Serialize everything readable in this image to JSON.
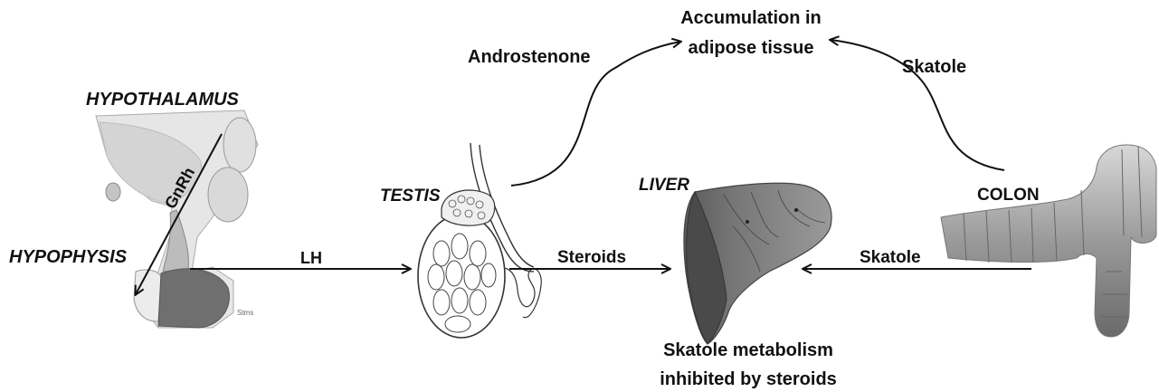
{
  "labels": {
    "accumulation_line1": "Accumulation in",
    "accumulation_line2": "adipose tissue",
    "androstenone": "Androstenone",
    "skatole_top": "Skatole",
    "hypothalamus": "HYPOTHALAMUS",
    "hypophysis": "HYPOPHYSIS",
    "gnrh": "GnRh",
    "lh": "LH",
    "testis": "TESTIS",
    "steroids": "Steroids",
    "liver": "LIVER",
    "skatole_right": "Skatole",
    "colon": "COLON",
    "metabolism_line1": "Skatole metabolism",
    "metabolism_line2": "inhibited by steroids"
  },
  "illustrations": {
    "brain": "hypothalamus-hypophysis-illustration",
    "testis": "testis-illustration",
    "liver": "liver-illustration",
    "colon": "colon-illustration"
  }
}
